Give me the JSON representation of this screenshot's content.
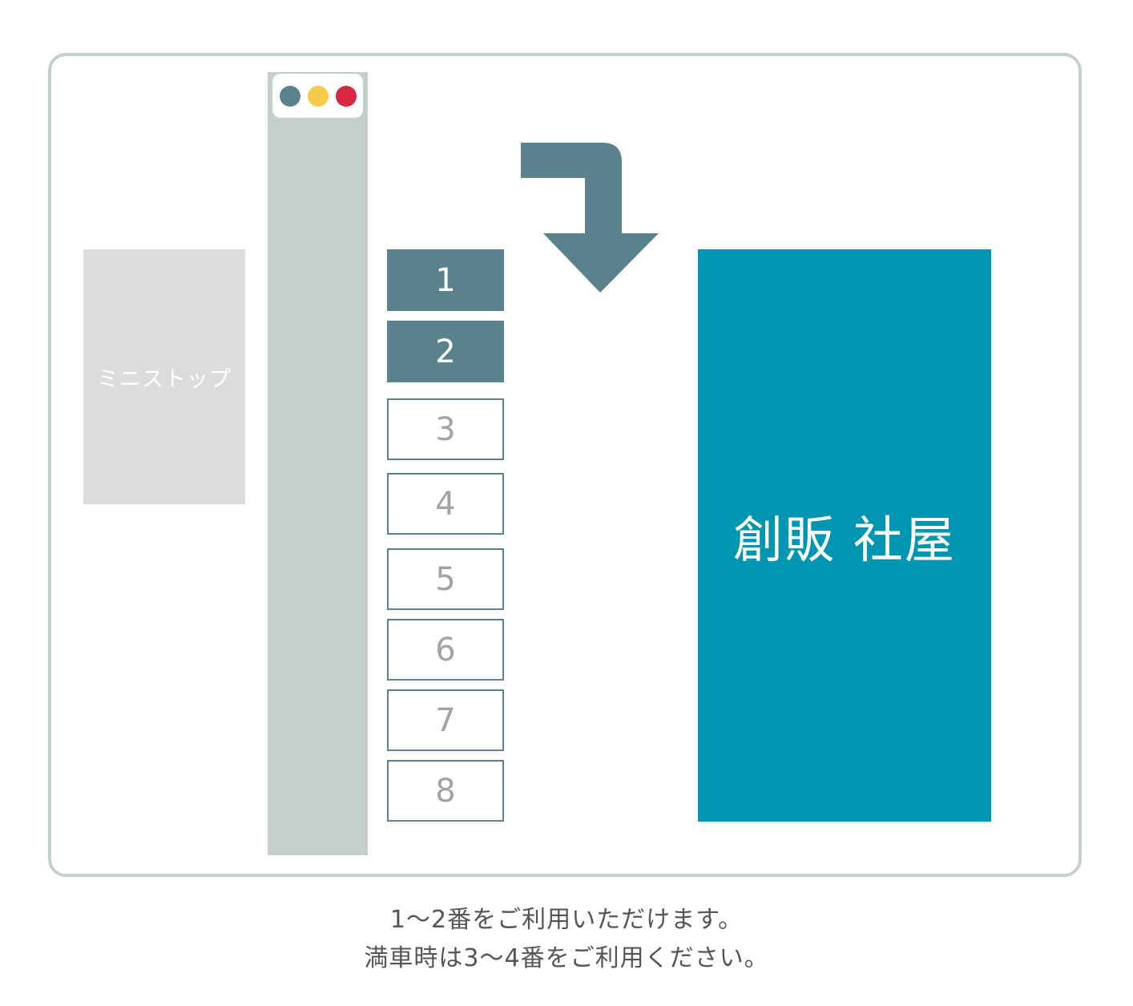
{
  "map": {
    "store_label": "ミニストップ",
    "building_label": "創販 社屋",
    "signal_colors": [
      "#5a828c",
      "#f7c948",
      "#d7263d"
    ],
    "slots": [
      {
        "number": "1",
        "status": "available"
      },
      {
        "number": "2",
        "status": "available"
      },
      {
        "number": "3",
        "status": "overflow"
      },
      {
        "number": "4",
        "status": "overflow"
      },
      {
        "number": "5",
        "status": "other"
      },
      {
        "number": "6",
        "status": "other"
      },
      {
        "number": "7",
        "status": "other"
      },
      {
        "number": "8",
        "status": "other"
      }
    ],
    "colors": {
      "available": "#5a828c",
      "building": "#0096b1",
      "road": "#c4ceca",
      "store": "#dcdcdc",
      "frame": "#c5cfcc"
    }
  },
  "notes": {
    "line1": "1～2番をご利用いただけます。",
    "line2": "満車時は3～4番をご利用ください。"
  }
}
